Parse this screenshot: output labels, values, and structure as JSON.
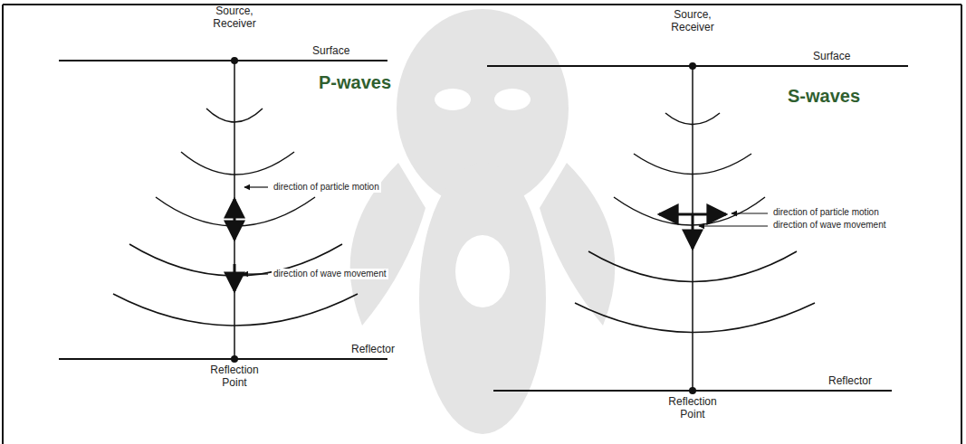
{
  "diagram": {
    "labels": [
      "Source, Receiver",
      "Surface",
      "P-waves",
      "direction of particle motion",
      "direction of wave movement",
      "Reflector",
      "Reflection Point",
      "Source, Receiver",
      "Surface",
      "S-waves",
      "direction of particle motion",
      "direction of wave movement",
      "Reflector",
      "Reflection Point"
    ]
  }
}
